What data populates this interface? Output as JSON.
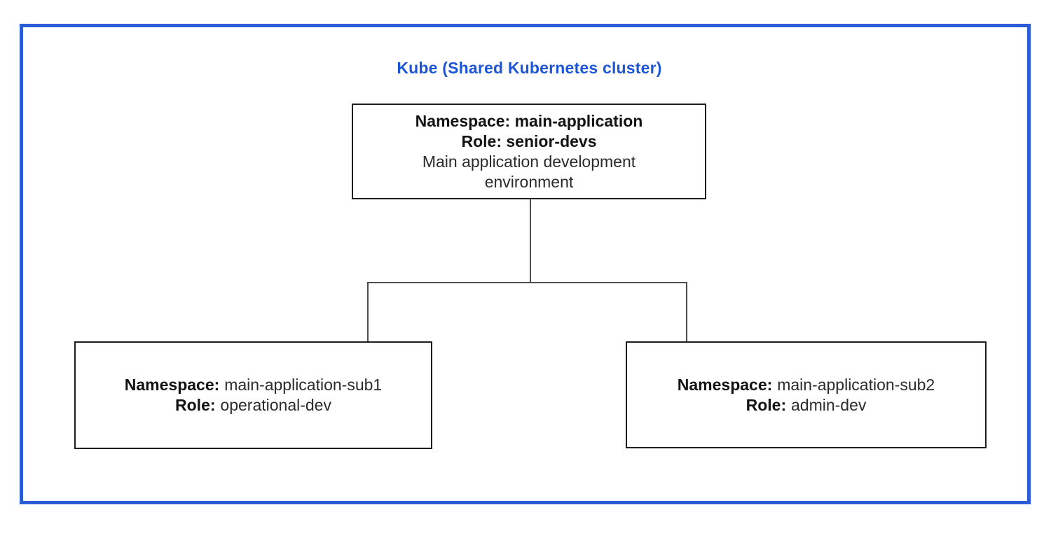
{
  "colors": {
    "background": "#ffffff",
    "outer_border": "#2a5cd8",
    "title": "#1d55d8",
    "node_border": "#1d1d1d",
    "node_text": "#2b2b2b",
    "connector": "#4d4d4d"
  },
  "diagram": {
    "title": "Kube (Shared Kubernetes cluster)",
    "root_node": {
      "namespace_line": "Namespace: main-application",
      "role_line": "Role: senior-devs",
      "description": "Main application development environment"
    },
    "child_nodes": [
      {
        "namespace_label": "Namespace:",
        "namespace_value": "main-application-sub1",
        "role_label": "Role:",
        "role_value": "operational-dev"
      },
      {
        "namespace_label": "Namespace:",
        "namespace_value": "main-application-sub2",
        "role_label": "Role:",
        "role_value": "admin-dev"
      }
    ]
  }
}
